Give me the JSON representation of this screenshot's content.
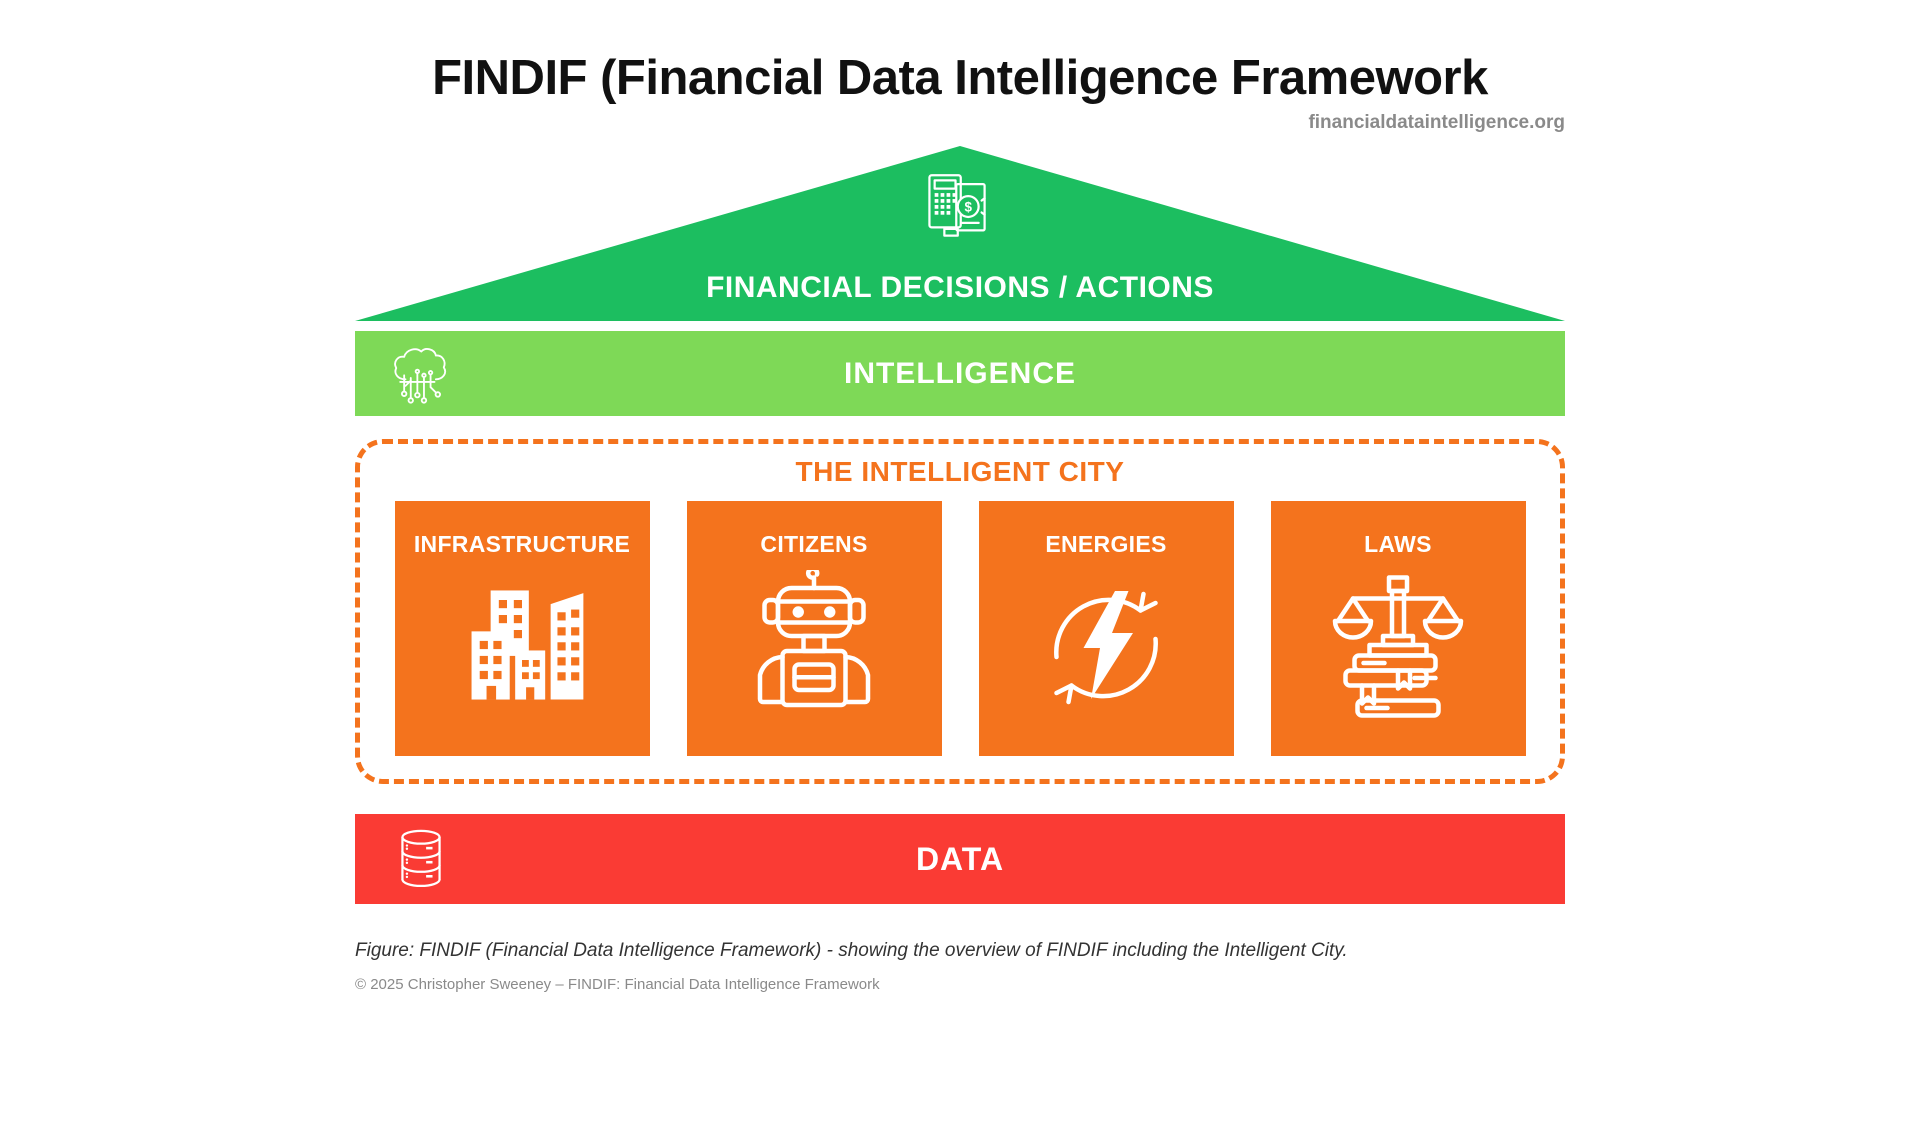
{
  "page": {
    "title": "FINDIF (Financial Data Intelligence Framework",
    "website": "financialdataintelligence.org"
  },
  "layers": {
    "roof": {
      "label": "FINANCIAL DECISIONS / ACTIONS",
      "icon": "calculator-finance-icon"
    },
    "intelligence": {
      "label": "INTELLIGENCE",
      "icon": "cloud-network-icon"
    },
    "city": {
      "title": "THE INTELLIGENT CITY",
      "tiles": [
        {
          "label": "INFRASTRUCTURE",
          "icon": "buildings-icon"
        },
        {
          "label": "CITIZENS",
          "icon": "robot-icon"
        },
        {
          "label": "ENERGIES",
          "icon": "energy-cycle-icon"
        },
        {
          "label": "LAWS",
          "icon": "justice-scales-books-icon"
        }
      ]
    },
    "data": {
      "label": "DATA",
      "icon": "database-icon"
    }
  },
  "footer": {
    "caption": "Figure: FINDIF (Financial Data Intelligence Framework) - showing the overview of FINDIF including the Intelligent City.",
    "copyright": "© 2025 Christopher Sweeney – FINDIF: Financial Data Intelligence Framework"
  },
  "colors": {
    "roof-green": "#1CBE60",
    "intel-green": "#7ED957",
    "city-orange": "#F4731D",
    "data-red": "#FA3B34",
    "ink": "#111111",
    "muted": "#8A8A8A",
    "caption": "#333333"
  }
}
